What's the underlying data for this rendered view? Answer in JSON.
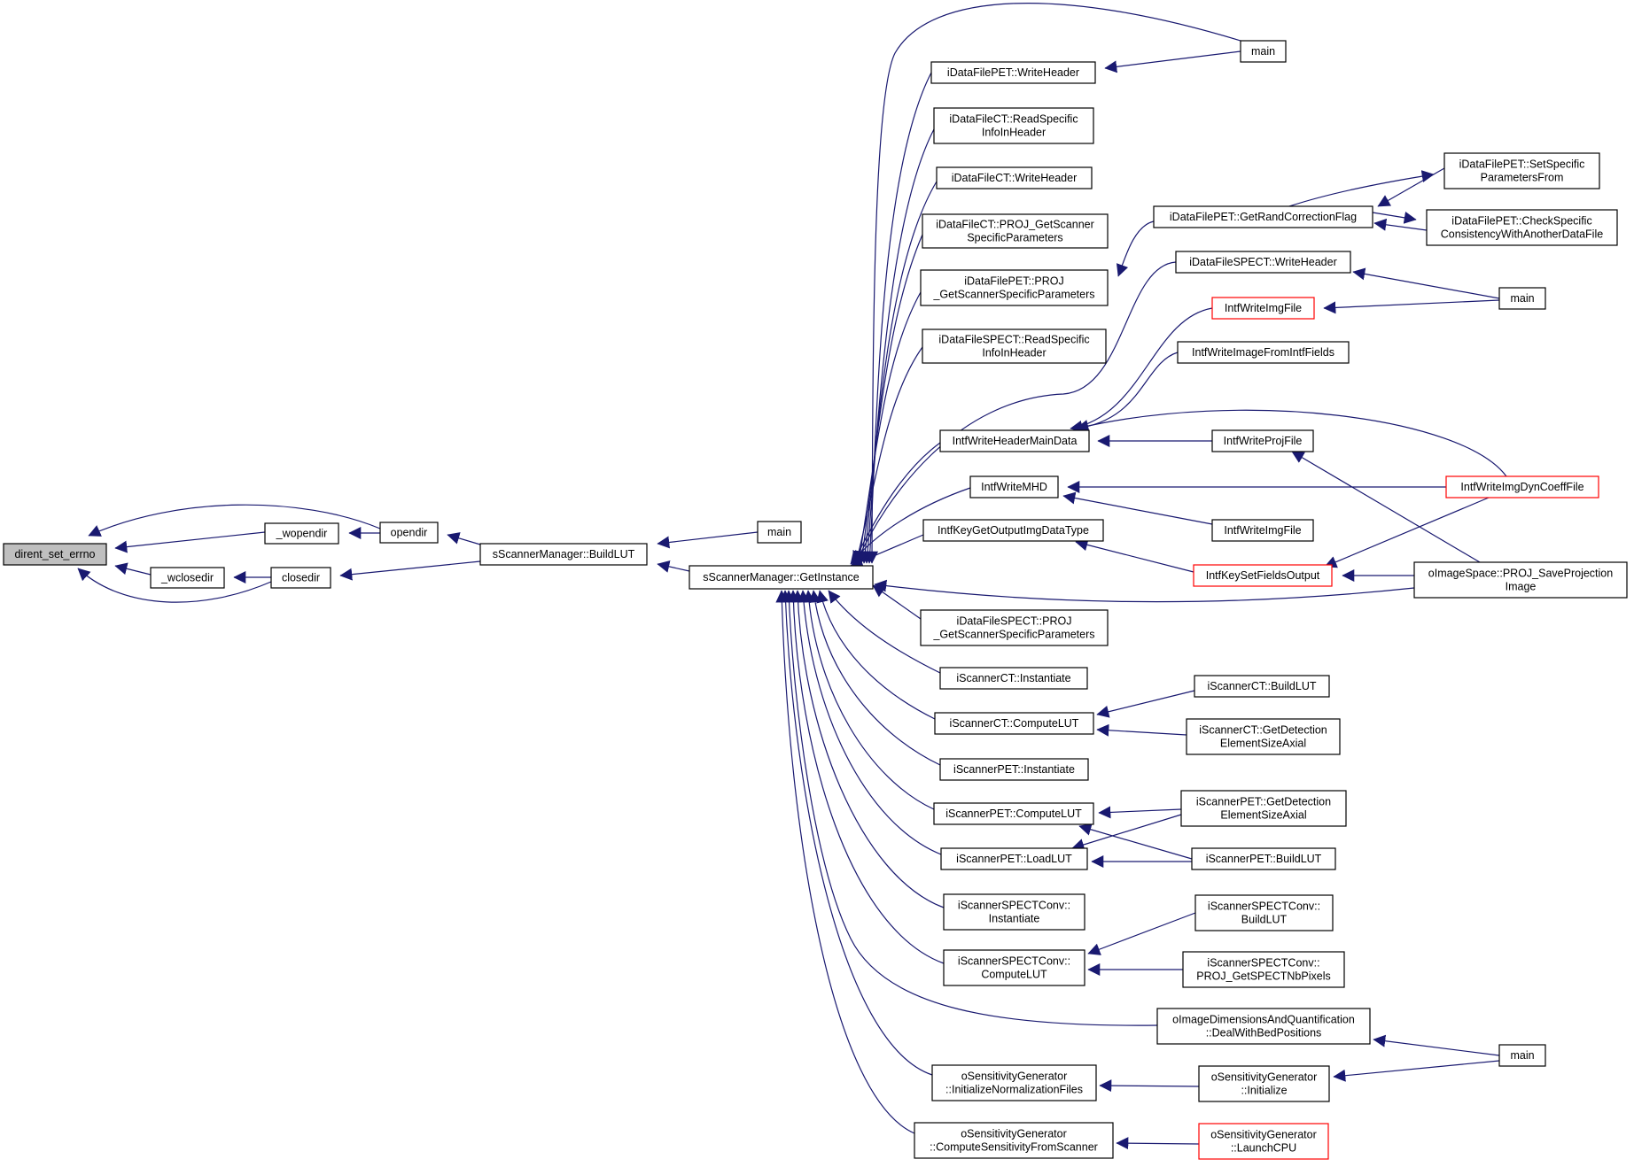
{
  "nodes": [
    {
      "id": "root",
      "lines": [
        "dirent_set_errno"
      ],
      "style": "root"
    },
    {
      "id": "wopendir",
      "lines": [
        "_wopendir"
      ]
    },
    {
      "id": "wclosedir",
      "lines": [
        "_wclosedir"
      ]
    },
    {
      "id": "opendir",
      "lines": [
        "opendir"
      ]
    },
    {
      "id": "closedir",
      "lines": [
        "closedir"
      ]
    },
    {
      "id": "buildlut",
      "lines": [
        "sScannerManager::BuildLUT"
      ]
    },
    {
      "id": "main_a",
      "lines": [
        "main"
      ]
    },
    {
      "id": "getinstance",
      "lines": [
        "sScannerManager::GetInstance"
      ]
    },
    {
      "id": "pet_writeheader",
      "lines": [
        "iDataFilePET::WriteHeader"
      ]
    },
    {
      "id": "main_b",
      "lines": [
        "main"
      ]
    },
    {
      "id": "ct_readspec",
      "lines": [
        "iDataFileCT::ReadSpecific",
        "InfoInHeader"
      ]
    },
    {
      "id": "ct_writeheader",
      "lines": [
        "iDataFileCT::WriteHeader"
      ]
    },
    {
      "id": "ct_projget",
      "lines": [
        "iDataFileCT::PROJ_GetScanner",
        "SpecificParameters"
      ]
    },
    {
      "id": "pet_projget",
      "lines": [
        "iDataFilePET::PROJ",
        "_GetScannerSpecificParameters"
      ]
    },
    {
      "id": "spect_readspec",
      "lines": [
        "iDataFileSPECT::ReadSpecific",
        "InfoInHeader"
      ]
    },
    {
      "id": "intf_whmd",
      "lines": [
        "IntfWriteHeaderMainData"
      ]
    },
    {
      "id": "intf_wmhd",
      "lines": [
        "IntfWriteMHD"
      ]
    },
    {
      "id": "intf_keyget",
      "lines": [
        "IntfKeyGetOutputImgDataType"
      ]
    },
    {
      "id": "spect_projget",
      "lines": [
        "iDataFileSPECT::PROJ",
        "_GetScannerSpecificParameters"
      ]
    },
    {
      "id": "ct_inst",
      "lines": [
        "iScannerCT::Instantiate"
      ]
    },
    {
      "id": "ct_computelut",
      "lines": [
        "iScannerCT::ComputeLUT"
      ]
    },
    {
      "id": "pet_inst",
      "lines": [
        "iScannerPET::Instantiate"
      ]
    },
    {
      "id": "pet_computelut",
      "lines": [
        "iScannerPET::ComputeLUT"
      ]
    },
    {
      "id": "pet_loadlut",
      "lines": [
        "iScannerPET::LoadLUT"
      ]
    },
    {
      "id": "spectc_inst",
      "lines": [
        "iScannerSPECTConv::",
        "Instantiate"
      ]
    },
    {
      "id": "spectc_computelut",
      "lines": [
        "iScannerSPECTConv::",
        "ComputeLUT"
      ]
    },
    {
      "id": "dealbed",
      "lines": [
        "oImageDimensionsAndQuantification",
        "::DealWithBedPositions"
      ]
    },
    {
      "id": "sg_initnorm",
      "lines": [
        "oSensitivityGenerator",
        "::InitializeNormalizationFiles"
      ]
    },
    {
      "id": "sg_computesens",
      "lines": [
        "oSensitivityGenerator",
        "::ComputeSensitivityFromScanner"
      ]
    },
    {
      "id": "pet_getrand",
      "lines": [
        "iDataFilePET::GetRandCorrectionFlag"
      ]
    },
    {
      "id": "spect_writeheader",
      "lines": [
        "iDataFileSPECT::WriteHeader"
      ]
    },
    {
      "id": "intf_writeimg_red",
      "lines": [
        "IntfWriteImgFile"
      ],
      "style": "red"
    },
    {
      "id": "intf_wifromintf",
      "lines": [
        "IntfWriteImageFromIntfFields"
      ]
    },
    {
      "id": "intf_writeproj",
      "lines": [
        "IntfWriteProjFile"
      ]
    },
    {
      "id": "intf_writeimg2",
      "lines": [
        "IntfWriteImgFile"
      ]
    },
    {
      "id": "intf_keyset",
      "lines": [
        "IntfKeySetFieldsOutput"
      ],
      "style": "red"
    },
    {
      "id": "ct_buildlut",
      "lines": [
        "iScannerCT::BuildLUT"
      ]
    },
    {
      "id": "ct_getdet",
      "lines": [
        "iScannerCT::GetDetection",
        "ElementSizeAxial"
      ]
    },
    {
      "id": "pet_getdet",
      "lines": [
        "iScannerPET::GetDetection",
        "ElementSizeAxial"
      ]
    },
    {
      "id": "pet_buildlut",
      "lines": [
        "iScannerPET::BuildLUT"
      ]
    },
    {
      "id": "spectc_buildlut",
      "lines": [
        "iScannerSPECTConv::",
        "BuildLUT"
      ]
    },
    {
      "id": "spectc_projget",
      "lines": [
        "iScannerSPECTConv::",
        "PROJ_GetSPECTNbPixels"
      ]
    },
    {
      "id": "sg_init",
      "lines": [
        "oSensitivityGenerator",
        "::Initialize"
      ]
    },
    {
      "id": "sg_launch",
      "lines": [
        "oSensitivityGenerator",
        "::LaunchCPU"
      ],
      "style": "red"
    },
    {
      "id": "pet_setspec",
      "lines": [
        "iDataFilePET::SetSpecific",
        "ParametersFrom"
      ]
    },
    {
      "id": "pet_checkspec",
      "lines": [
        "iDataFilePET::CheckSpecific",
        "ConsistencyWithAnotherDataFile"
      ]
    },
    {
      "id": "main_c",
      "lines": [
        "main"
      ]
    },
    {
      "id": "intf_wimgdyn",
      "lines": [
        "IntfWriteImgDynCoeffFile"
      ],
      "style": "red"
    },
    {
      "id": "oimage_saveproj",
      "lines": [
        "oImageSpace::PROJ_SaveProjection",
        "Image"
      ]
    },
    {
      "id": "main_d",
      "lines": [
        "main"
      ]
    }
  ],
  "edges": [
    {
      "from": "wopendir",
      "to": "root"
    },
    {
      "from": "wclosedir",
      "to": "root"
    },
    {
      "from": "opendir",
      "to": "root"
    },
    {
      "from": "closedir",
      "to": "root"
    },
    {
      "from": "opendir",
      "to": "wopendir"
    },
    {
      "from": "closedir",
      "to": "wclosedir"
    },
    {
      "from": "buildlut",
      "to": "opendir"
    },
    {
      "from": "buildlut",
      "to": "closedir"
    },
    {
      "from": "main_a",
      "to": "buildlut"
    },
    {
      "from": "getinstance",
      "to": "buildlut"
    },
    {
      "from": "pet_writeheader",
      "to": "getinstance"
    },
    {
      "from": "ct_readspec",
      "to": "getinstance"
    },
    {
      "from": "ct_writeheader",
      "to": "getinstance"
    },
    {
      "from": "ct_projget",
      "to": "getinstance"
    },
    {
      "from": "pet_projget",
      "to": "getinstance"
    },
    {
      "from": "spect_readspec",
      "to": "getinstance"
    },
    {
      "from": "intf_whmd",
      "to": "getinstance"
    },
    {
      "from": "intf_wmhd",
      "to": "getinstance"
    },
    {
      "from": "intf_keyget",
      "to": "getinstance"
    },
    {
      "from": "spect_projget",
      "to": "getinstance"
    },
    {
      "from": "ct_inst",
      "to": "getinstance"
    },
    {
      "from": "ct_computelut",
      "to": "getinstance"
    },
    {
      "from": "pet_inst",
      "to": "getinstance"
    },
    {
      "from": "pet_computelut",
      "to": "getinstance"
    },
    {
      "from": "pet_loadlut",
      "to": "getinstance"
    },
    {
      "from": "spectc_inst",
      "to": "getinstance"
    },
    {
      "from": "spectc_computelut",
      "to": "getinstance"
    },
    {
      "from": "dealbed",
      "to": "getinstance"
    },
    {
      "from": "sg_initnorm",
      "to": "getinstance"
    },
    {
      "from": "sg_computesens",
      "to": "getinstance"
    },
    {
      "from": "main_b",
      "to": "getinstance"
    },
    {
      "from": "spect_writeheader",
      "to": "getinstance"
    },
    {
      "from": "oimage_saveproj",
      "to": "getinstance"
    },
    {
      "from": "main_b",
      "to": "pet_writeheader"
    },
    {
      "from": "pet_getrand",
      "to": "pet_projget"
    },
    {
      "from": "pet_setspec",
      "to": "pet_getrand"
    },
    {
      "from": "pet_checkspec",
      "to": "pet_getrand"
    },
    {
      "from": "pet_getrand",
      "to": "pet_setspec"
    },
    {
      "from": "pet_getrand",
      "to": "pet_checkspec"
    },
    {
      "from": "main_c",
      "to": "spect_writeheader"
    },
    {
      "from": "main_c",
      "to": "intf_writeimg_red"
    },
    {
      "from": "intf_writeimg_red",
      "to": "intf_whmd"
    },
    {
      "from": "intf_wifromintf",
      "to": "intf_whmd"
    },
    {
      "from": "intf_writeproj",
      "to": "intf_whmd"
    },
    {
      "from": "intf_wimgdyn",
      "to": "intf_whmd"
    },
    {
      "from": "intf_wimgdyn",
      "to": "intf_wmhd"
    },
    {
      "from": "intf_writeimg2",
      "to": "intf_wmhd"
    },
    {
      "from": "intf_keyset",
      "to": "intf_keyget"
    },
    {
      "from": "oimage_saveproj",
      "to": "intf_keyset"
    },
    {
      "from": "intf_wimgdyn",
      "to": "intf_keyset"
    },
    {
      "from": "oimage_saveproj",
      "to": "intf_writeproj"
    },
    {
      "from": "ct_buildlut",
      "to": "ct_computelut"
    },
    {
      "from": "ct_getdet",
      "to": "ct_computelut"
    },
    {
      "from": "pet_getdet",
      "to": "pet_computelut"
    },
    {
      "from": "pet_buildlut",
      "to": "pet_computelut"
    },
    {
      "from": "pet_getdet",
      "to": "pet_loadlut"
    },
    {
      "from": "pet_buildlut",
      "to": "pet_loadlut"
    },
    {
      "from": "spectc_buildlut",
      "to": "spectc_computelut"
    },
    {
      "from": "spectc_projget",
      "to": "spectc_computelut"
    },
    {
      "from": "main_d",
      "to": "dealbed"
    },
    {
      "from": "sg_init",
      "to": "sg_initnorm"
    },
    {
      "from": "main_d",
      "to": "sg_init"
    },
    {
      "from": "sg_launch",
      "to": "sg_computesens"
    }
  ]
}
